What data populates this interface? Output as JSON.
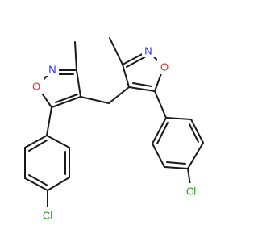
{
  "diagram": {
    "type": "skeletal-structural-formula",
    "atom_labels": {
      "n_left": "N",
      "o_left": "O",
      "n_right": "N",
      "o_right": "O",
      "cl_left": "Cl",
      "cl_right": "Cl"
    },
    "colors": {
      "bond": "#1a1a1a",
      "nitrogen": "#2020ff",
      "oxygen": "#ff2020",
      "chlorine": "#1fa01f",
      "background": "#ffffff"
    }
  }
}
